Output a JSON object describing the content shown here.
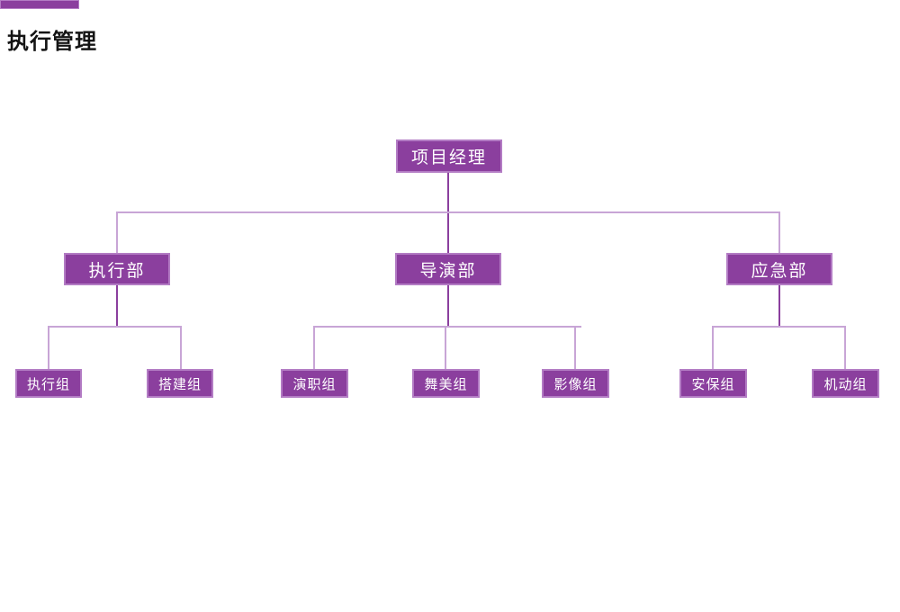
{
  "page": {
    "title": "执行管理"
  },
  "colors": {
    "accent_bar": "#8b3f9e",
    "node_fill": "#8b3f9e",
    "node_border": "#b37cc4",
    "connector_light": "#c8a5d6",
    "connector_dark": "#8b3f9e",
    "title_text": "#141414",
    "node_text": "#ffffff",
    "background": "#ffffff"
  },
  "org_chart": {
    "type": "org-tree",
    "root": {
      "label": "项目经理"
    },
    "branches": [
      {
        "label": "执行部",
        "children": [
          {
            "label": "执行组"
          },
          {
            "label": "搭建组"
          }
        ]
      },
      {
        "label": "导演部",
        "children": [
          {
            "label": "演职组"
          },
          {
            "label": "舞美组"
          },
          {
            "label": "影像组"
          }
        ]
      },
      {
        "label": "应急部",
        "children": [
          {
            "label": "安保组"
          },
          {
            "label": "机动组"
          }
        ]
      }
    ]
  }
}
